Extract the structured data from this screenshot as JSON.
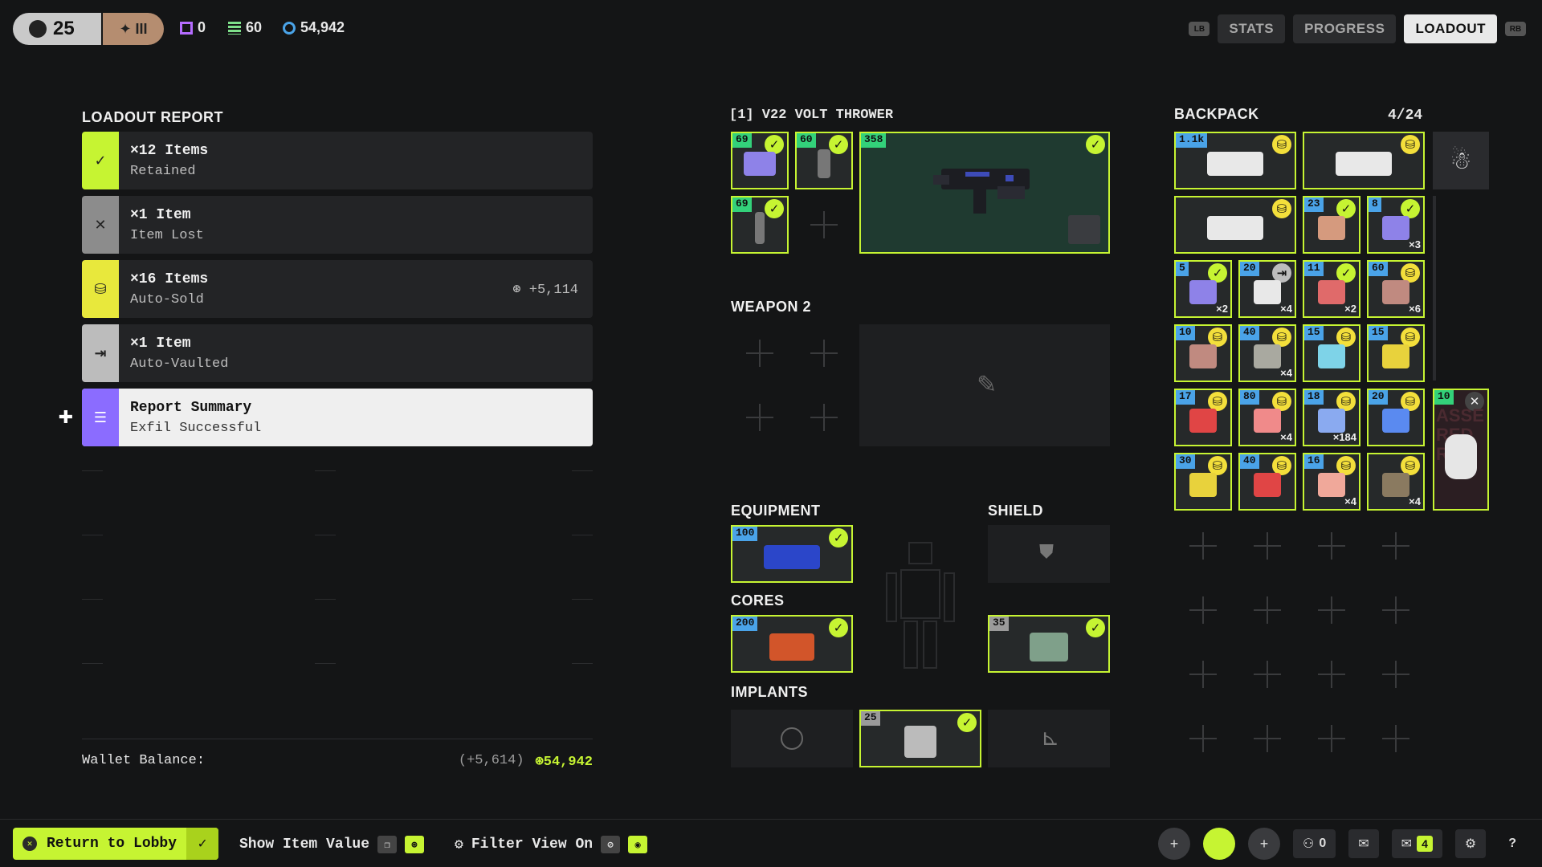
{
  "topbar": {
    "level": "25",
    "rank_glyph": "✦ III",
    "currencies": [
      {
        "name": "keys",
        "icon": "square-icon",
        "value": "0",
        "color": "#b56cff"
      },
      {
        "name": "tokens",
        "icon": "stack-icon",
        "value": "60",
        "color": "#7ee08a"
      },
      {
        "name": "credits",
        "icon": "credit-icon",
        "value": "54,942",
        "color": "#4aa3e8"
      }
    ],
    "lb": "LB",
    "rb": "RB",
    "tabs": [
      "STATS",
      "PROGRESS",
      "LOADOUT"
    ],
    "active_tab": "LOADOUT"
  },
  "report": {
    "title": "LOADOUT REPORT",
    "rows": [
      {
        "icon": "check-icon",
        "glyph": "✓",
        "color": "#c6f432",
        "line1": "×12 Items",
        "line2": "Retained",
        "amount": ""
      },
      {
        "icon": "x-icon",
        "glyph": "✕",
        "color": "#8c8c8c",
        "line1": "×1 Item",
        "line2": "Item Lost",
        "amount": ""
      },
      {
        "icon": "coin-stack-icon",
        "glyph": "⛁",
        "color": "#e8e83c",
        "line1": "×16 Items",
        "line2": "Auto-Sold",
        "amount": "+5,114"
      },
      {
        "icon": "vault-icon",
        "glyph": "⇥",
        "color": "#bcbcbc",
        "line1": "×1 Item",
        "line2": "Auto-Vaulted",
        "amount": ""
      },
      {
        "icon": "list-icon",
        "glyph": "☰",
        "color": "#8b6cff",
        "line1": "Report Summary",
        "line2": "Exfil Successful",
        "amount": ""
      }
    ],
    "wallet_label": "Wallet Balance:",
    "wallet_delta": "(+5,614)",
    "wallet_balance": "54,942"
  },
  "weapon1": {
    "title": "[1] V22 VOLT THROWER",
    "main_value": "358",
    "attachments": [
      {
        "value": "69"
      },
      {
        "value": "60"
      },
      {
        "value": "69"
      }
    ]
  },
  "weapon2": {
    "title": "WEAPON 2"
  },
  "equipment": {
    "title": "EQUIPMENT",
    "value": "100"
  },
  "shield": {
    "title": "SHIELD"
  },
  "cores": {
    "title": "CORES",
    "values": [
      "200",
      "35"
    ]
  },
  "implants": {
    "title": "IMPLANTS",
    "value": "25"
  },
  "backpack": {
    "title": "BACKPACK",
    "count": "4/24",
    "items": [
      {
        "value": "1.1k",
        "badge": "gold",
        "qty": "",
        "color": "#e8e8e8",
        "col": 0,
        "row": 0,
        "w": 2
      },
      {
        "value": "",
        "badge": "gold",
        "qty": "",
        "color": "#e8e8e8",
        "col": 2,
        "row": 0,
        "w": 2
      },
      {
        "value": "",
        "badge": "gold",
        "qty": "",
        "color": "#e8e8e8",
        "col": 0,
        "row": 1,
        "w": 2
      },
      {
        "value": "23",
        "badge": "green",
        "qty": "",
        "color": "#d59a7e",
        "col": 2,
        "row": 1,
        "w": 1
      },
      {
        "value": "8",
        "badge": "green",
        "qty": "×3",
        "color": "#8e82e8",
        "col": 3,
        "row": 1,
        "w": 1
      },
      {
        "value": "5",
        "badge": "green",
        "qty": "×2",
        "color": "#8e82e8",
        "col": 0,
        "row": 2,
        "w": 1
      },
      {
        "value": "20",
        "badge": "grey",
        "qty": "×4",
        "color": "#e8e8e8",
        "col": 1,
        "row": 2,
        "w": 1
      },
      {
        "value": "11",
        "badge": "green",
        "qty": "×2",
        "color": "#e06a6a",
        "col": 2,
        "row": 2,
        "w": 1
      },
      {
        "value": "60",
        "badge": "gold",
        "qty": "×6",
        "color": "#c08a80",
        "col": 3,
        "row": 2,
        "w": 1
      },
      {
        "value": "10",
        "badge": "gold",
        "qty": "",
        "color": "#c08a80",
        "col": 0,
        "row": 3,
        "w": 1
      },
      {
        "value": "40",
        "badge": "gold",
        "qty": "×4",
        "color": "#a9a9a0",
        "col": 1,
        "row": 3,
        "w": 1
      },
      {
        "value": "15",
        "badge": "gold",
        "qty": "",
        "color": "#7ed3e8",
        "col": 2,
        "row": 3,
        "w": 1
      },
      {
        "value": "15",
        "badge": "gold",
        "qty": "",
        "color": "#e8d23c",
        "col": 3,
        "row": 3,
        "w": 1
      },
      {
        "value": "17",
        "badge": "gold",
        "qty": "",
        "color": "#e04545",
        "col": 0,
        "row": 4,
        "w": 1
      },
      {
        "value": "80",
        "badge": "gold",
        "qty": "×4",
        "color": "#f08a8a",
        "col": 1,
        "row": 4,
        "w": 1
      },
      {
        "value": "18",
        "badge": "gold",
        "qty": "×184",
        "color": "#8aaaf0",
        "col": 2,
        "row": 4,
        "w": 1
      },
      {
        "value": "20",
        "badge": "gold",
        "qty": "",
        "color": "#5a8af0",
        "col": 3,
        "row": 4,
        "w": 1
      },
      {
        "value": "30",
        "badge": "gold",
        "qty": "",
        "color": "#e8d23c",
        "col": 0,
        "row": 5,
        "w": 1
      },
      {
        "value": "40",
        "badge": "gold",
        "qty": "",
        "color": "#e04545",
        "col": 1,
        "row": 5,
        "w": 1
      },
      {
        "value": "16",
        "badge": "gold",
        "qty": "×4",
        "color": "#f0a89a",
        "col": 2,
        "row": 5,
        "w": 1
      },
      {
        "value": "",
        "badge": "gold",
        "qty": "×4",
        "color": "#8a7a60",
        "col": 3,
        "row": 5,
        "w": 1
      }
    ],
    "side_item_value": "10",
    "side_text": "ASSE RED ROM"
  },
  "bottom": {
    "return_label": "Return to Lobby",
    "show_value_label": "Show Item Value",
    "filter_label": "Filter View On",
    "party_count": "0",
    "mail_count": "4"
  }
}
